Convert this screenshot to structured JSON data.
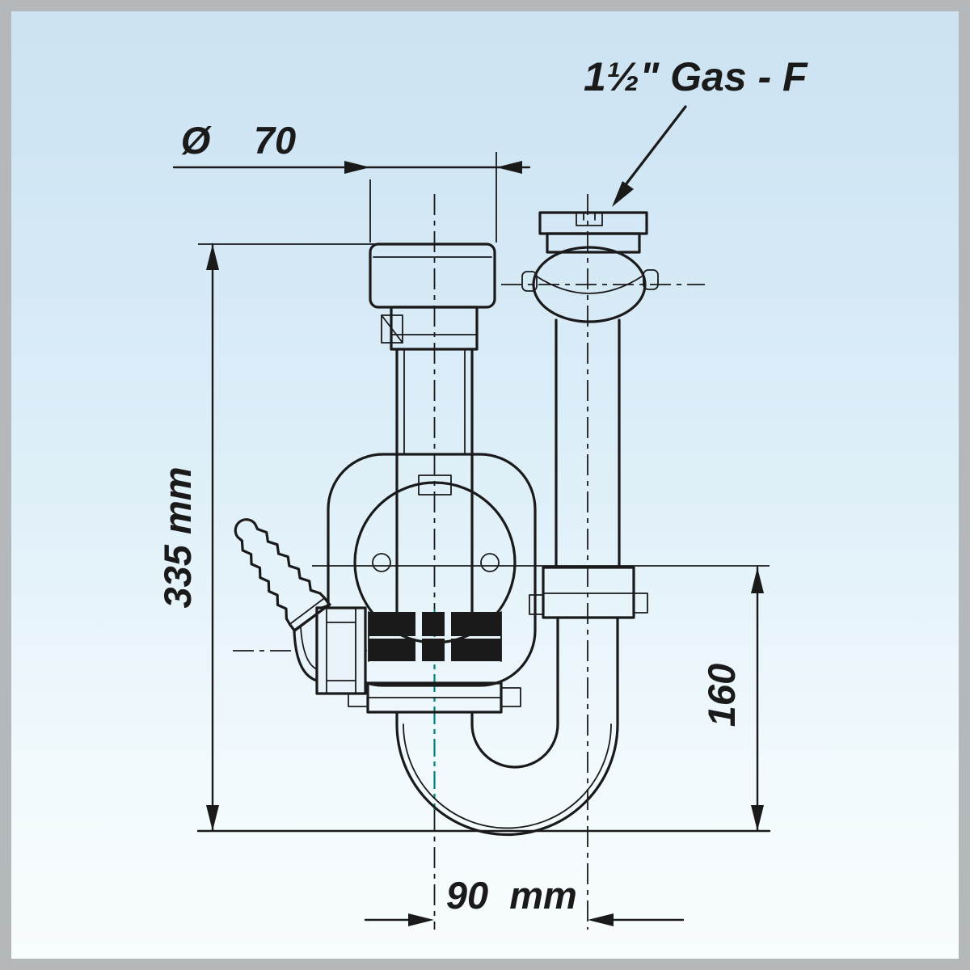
{
  "drawing": {
    "labels": {
      "diameter_symbol": "Ø",
      "diameter_value": "70",
      "height_total": "335 mm",
      "height_right": "160",
      "width_value": "90",
      "width_unit": "mm",
      "connection": "1½\" Gas - F"
    },
    "colors": {
      "line": "#1a1a1a",
      "centerline_accent": "#008080",
      "background_top": "#cbe2f2",
      "background_bottom": "#f9fdfe",
      "frame": "#b5b8ba"
    }
  }
}
